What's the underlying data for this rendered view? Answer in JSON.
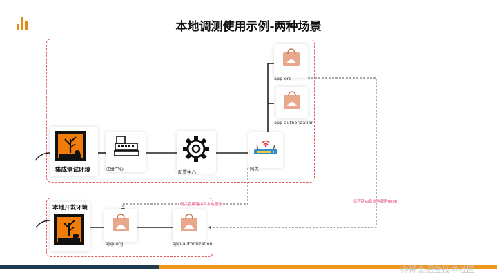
{
  "title": "本地调测使用示例-两种场景",
  "labels": {
    "integration_env": "集成测试环境",
    "registry": "注册中心",
    "config": "配置中心",
    "gateway": "网关",
    "app_org_top": "app-org",
    "app_auth_top": "app-authorization",
    "local_env": "本地开发环境",
    "app_org_local": "app-org",
    "app_auth_local": "app-authorization"
  },
  "annotations": {
    "gateway_route": "网关直接路由到本地服务",
    "feign_route": "远程路由到本地服务feign"
  },
  "watermark": "@稀土掘金技术社区",
  "colors": {
    "accent_orange": "#e58a12",
    "dashed_red": "#e05a5a",
    "note_pink": "#e0457b",
    "footer_dark": "#1f3b4d",
    "footer_orange": "#f0961e"
  },
  "icons": [
    "bar-chart-logo-icon",
    "hazard-environment-icon",
    "cash-register-icon",
    "gear-icon",
    "wifi-router-icon",
    "shopping-bag-icon"
  ]
}
